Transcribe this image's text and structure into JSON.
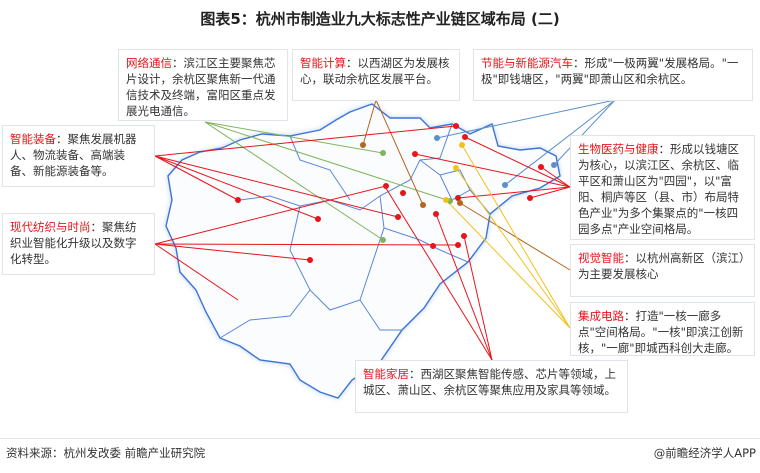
{
  "title": "图表5：杭州市制造业九大标志性产业链区域布局 (二)",
  "callouts": [
    {
      "heading": "网络通信",
      "text": "：滨江区主要聚焦芯片设计，余杭区聚焦新一代通信技术及终端，富阳区重点发展光电通信。",
      "line_color": "#7fb55a"
    },
    {
      "heading": "智能计算",
      "text": "：以西湖区为发展核心，联动余杭区发展平台。",
      "line_color": "#b4651e"
    },
    {
      "heading": "节能与新能源汽车",
      "text": "：形成\"一极两翼\"发展格局。\"一极\"即钱塘区，\"两翼\"即萧山区和余杭区。",
      "line_color": "#5b8fc9"
    },
    {
      "heading": "智能装备",
      "text": "：聚焦发展机器人、物流装备、高端装备、新能源装备等。",
      "line_color": "#e8141b"
    },
    {
      "heading": "现代纺织与时尚",
      "text": "：聚焦纺织业智能化升级以及数字化转型。",
      "line_color": "#e8141b"
    },
    {
      "heading": "生物医药与健康",
      "text": "：形成以钱塘区为核心，以滨江区、余杭区、临平区和萧山区为\"四园\"，以\"富阳、桐庐等区（县、市）布局特色产业\"为多个集聚点的\"一核四园多点\"产业空间格局。",
      "line_color": "#e8141b"
    },
    {
      "heading": "视觉智能",
      "text": "：以杭州高新区（滨江）为主要发展核心",
      "line_color": "#b4651e"
    },
    {
      "heading": "集成电路",
      "text": "：打造\"一核一廊多点\"空间格局。\"一核\"即滨江创新核，\"一廊\"即城西科创大走廊。",
      "line_color": "#f2c21b"
    },
    {
      "heading": "智能家居",
      "text": "：西湖区聚焦智能传感、芯片等领域，上城区、萧山区、余杭区等聚焦应用及家具等领域。",
      "line_color": "#e8141b"
    }
  ],
  "footer": {
    "source": "资料来源：杭州发改委 前瞻产业研究院",
    "credit": "@前瞻经济学人APP"
  },
  "colors": {
    "heading": "#e8141b",
    "map_border": "#4a7fd6",
    "map_glow": "#a9c8f5"
  }
}
